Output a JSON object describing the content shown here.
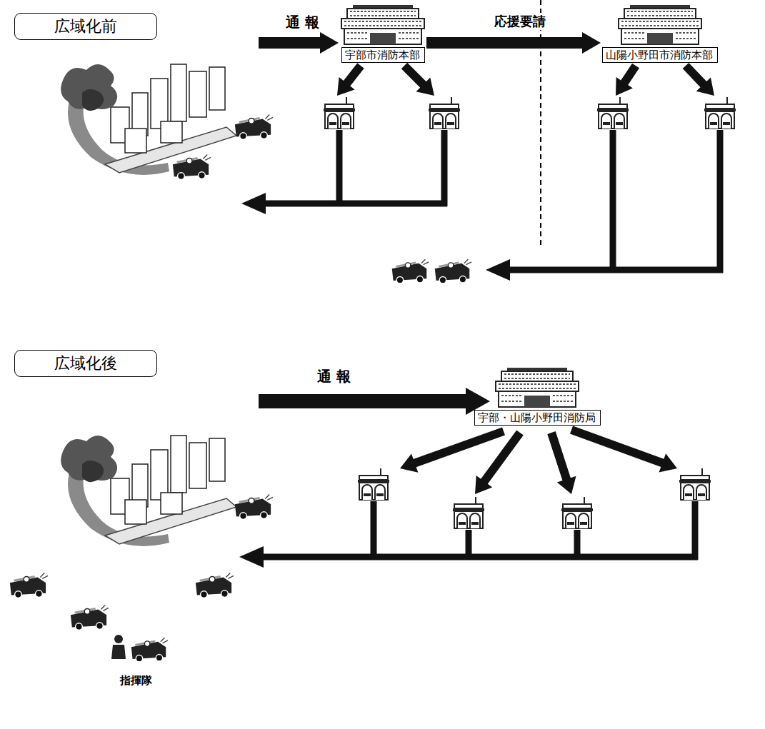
{
  "diagram": {
    "nodes": [
      {
        "text": [
          "広域化前"
        ]
      },
      {
        "text": [
          "宇部市消防本部"
        ]
      },
      {
        "text": [
          "山陽小野田市消防本部"
        ]
      },
      {
        "text": [
          "広域化後"
        ]
      },
      {
        "text": [
          "宇部・山陽小野田消防局"
        ]
      }
    ],
    "edges": [
      {
        "from": 1,
        "to": 2,
        "arrow": "to",
        "label": "応援要請"
      }
    ],
    "labels": [
      "通 報",
      "通 報",
      "指揮隊"
    ]
  }
}
